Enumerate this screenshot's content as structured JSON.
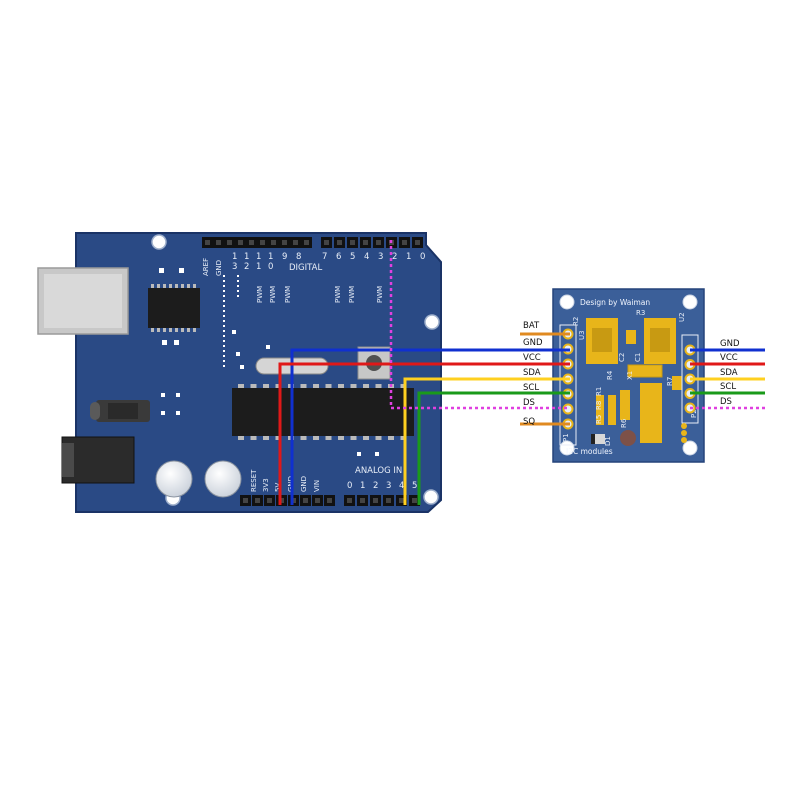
{
  "arduino": {
    "digital_header_labels": [
      "AREF",
      "GND",
      "1\n3",
      "1\n2",
      "1\n1",
      "1\n0",
      "9",
      "8",
      "7",
      "6",
      "5",
      "4",
      "3",
      "2",
      "1",
      "0"
    ],
    "digital_label": "DIGITAL",
    "pwm_label": "PWM",
    "power_labels": [
      "RESET",
      "3V3",
      "5V",
      "GND",
      "GND",
      "VIN"
    ],
    "analog_label": "ANALOG IN",
    "analog_pins": [
      "0",
      "1",
      "2",
      "3",
      "4",
      "5"
    ]
  },
  "module": {
    "title": "Design by Waiman",
    "footer": "I2C modules",
    "designators": [
      "R2",
      "U3",
      "R3",
      "U2",
      "C1",
      "C2",
      "R4",
      "X1",
      "R7",
      "R1",
      "R8",
      "R5",
      "R6",
      "D1",
      "P1",
      "P2"
    ],
    "left_pins": [
      "BAT",
      "GND",
      "VCC",
      "SDA",
      "SCL",
      "DS",
      "SQ"
    ],
    "right_pins": [
      "GND",
      "VCC",
      "SDA",
      "SCL",
      "DS"
    ]
  },
  "colors": {
    "board": "#2a4a85",
    "board_edge": "#1a3366",
    "module": "#3b5f99",
    "wire_gnd": "#1030d0",
    "wire_vcc": "#e01818",
    "wire_sda": "#ffd020",
    "wire_scl": "#1a9a1a",
    "wire_ds": "#e040e0",
    "wire_bat": "#e08a20"
  }
}
